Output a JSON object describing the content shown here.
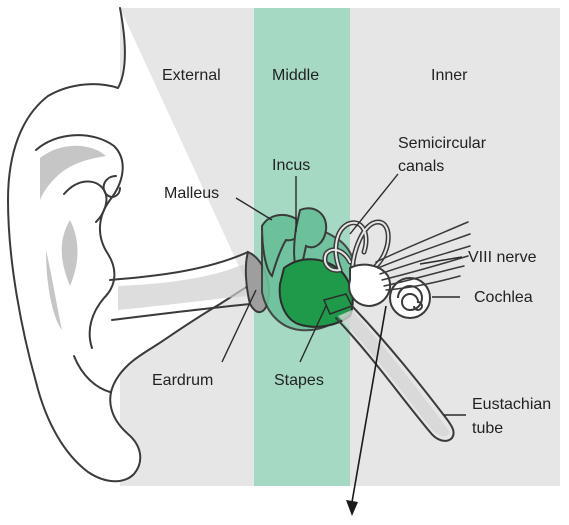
{
  "regions": {
    "external": "External",
    "middle": "Middle",
    "inner": "Inner"
  },
  "labels": {
    "incus": "Incus",
    "semicircular_line1": "Semicircular",
    "semicircular_line2": "canals",
    "malleus": "Malleus",
    "viii_nerve": "VIII nerve",
    "cochlea": "Cochlea",
    "eardrum": "Eardrum",
    "stapes": "Stapes",
    "eustachian_line1": "Eustachian",
    "eustachian_line2": "tube"
  },
  "colors": {
    "background_panel": "#e6e6e6",
    "middle_band": "#a6d9c3",
    "ossicle_light": "#6cc09a",
    "ossicle_dark": "#1f9a4a",
    "outline": "#3a3a3a",
    "ear_shading": "#bdbdbd"
  }
}
